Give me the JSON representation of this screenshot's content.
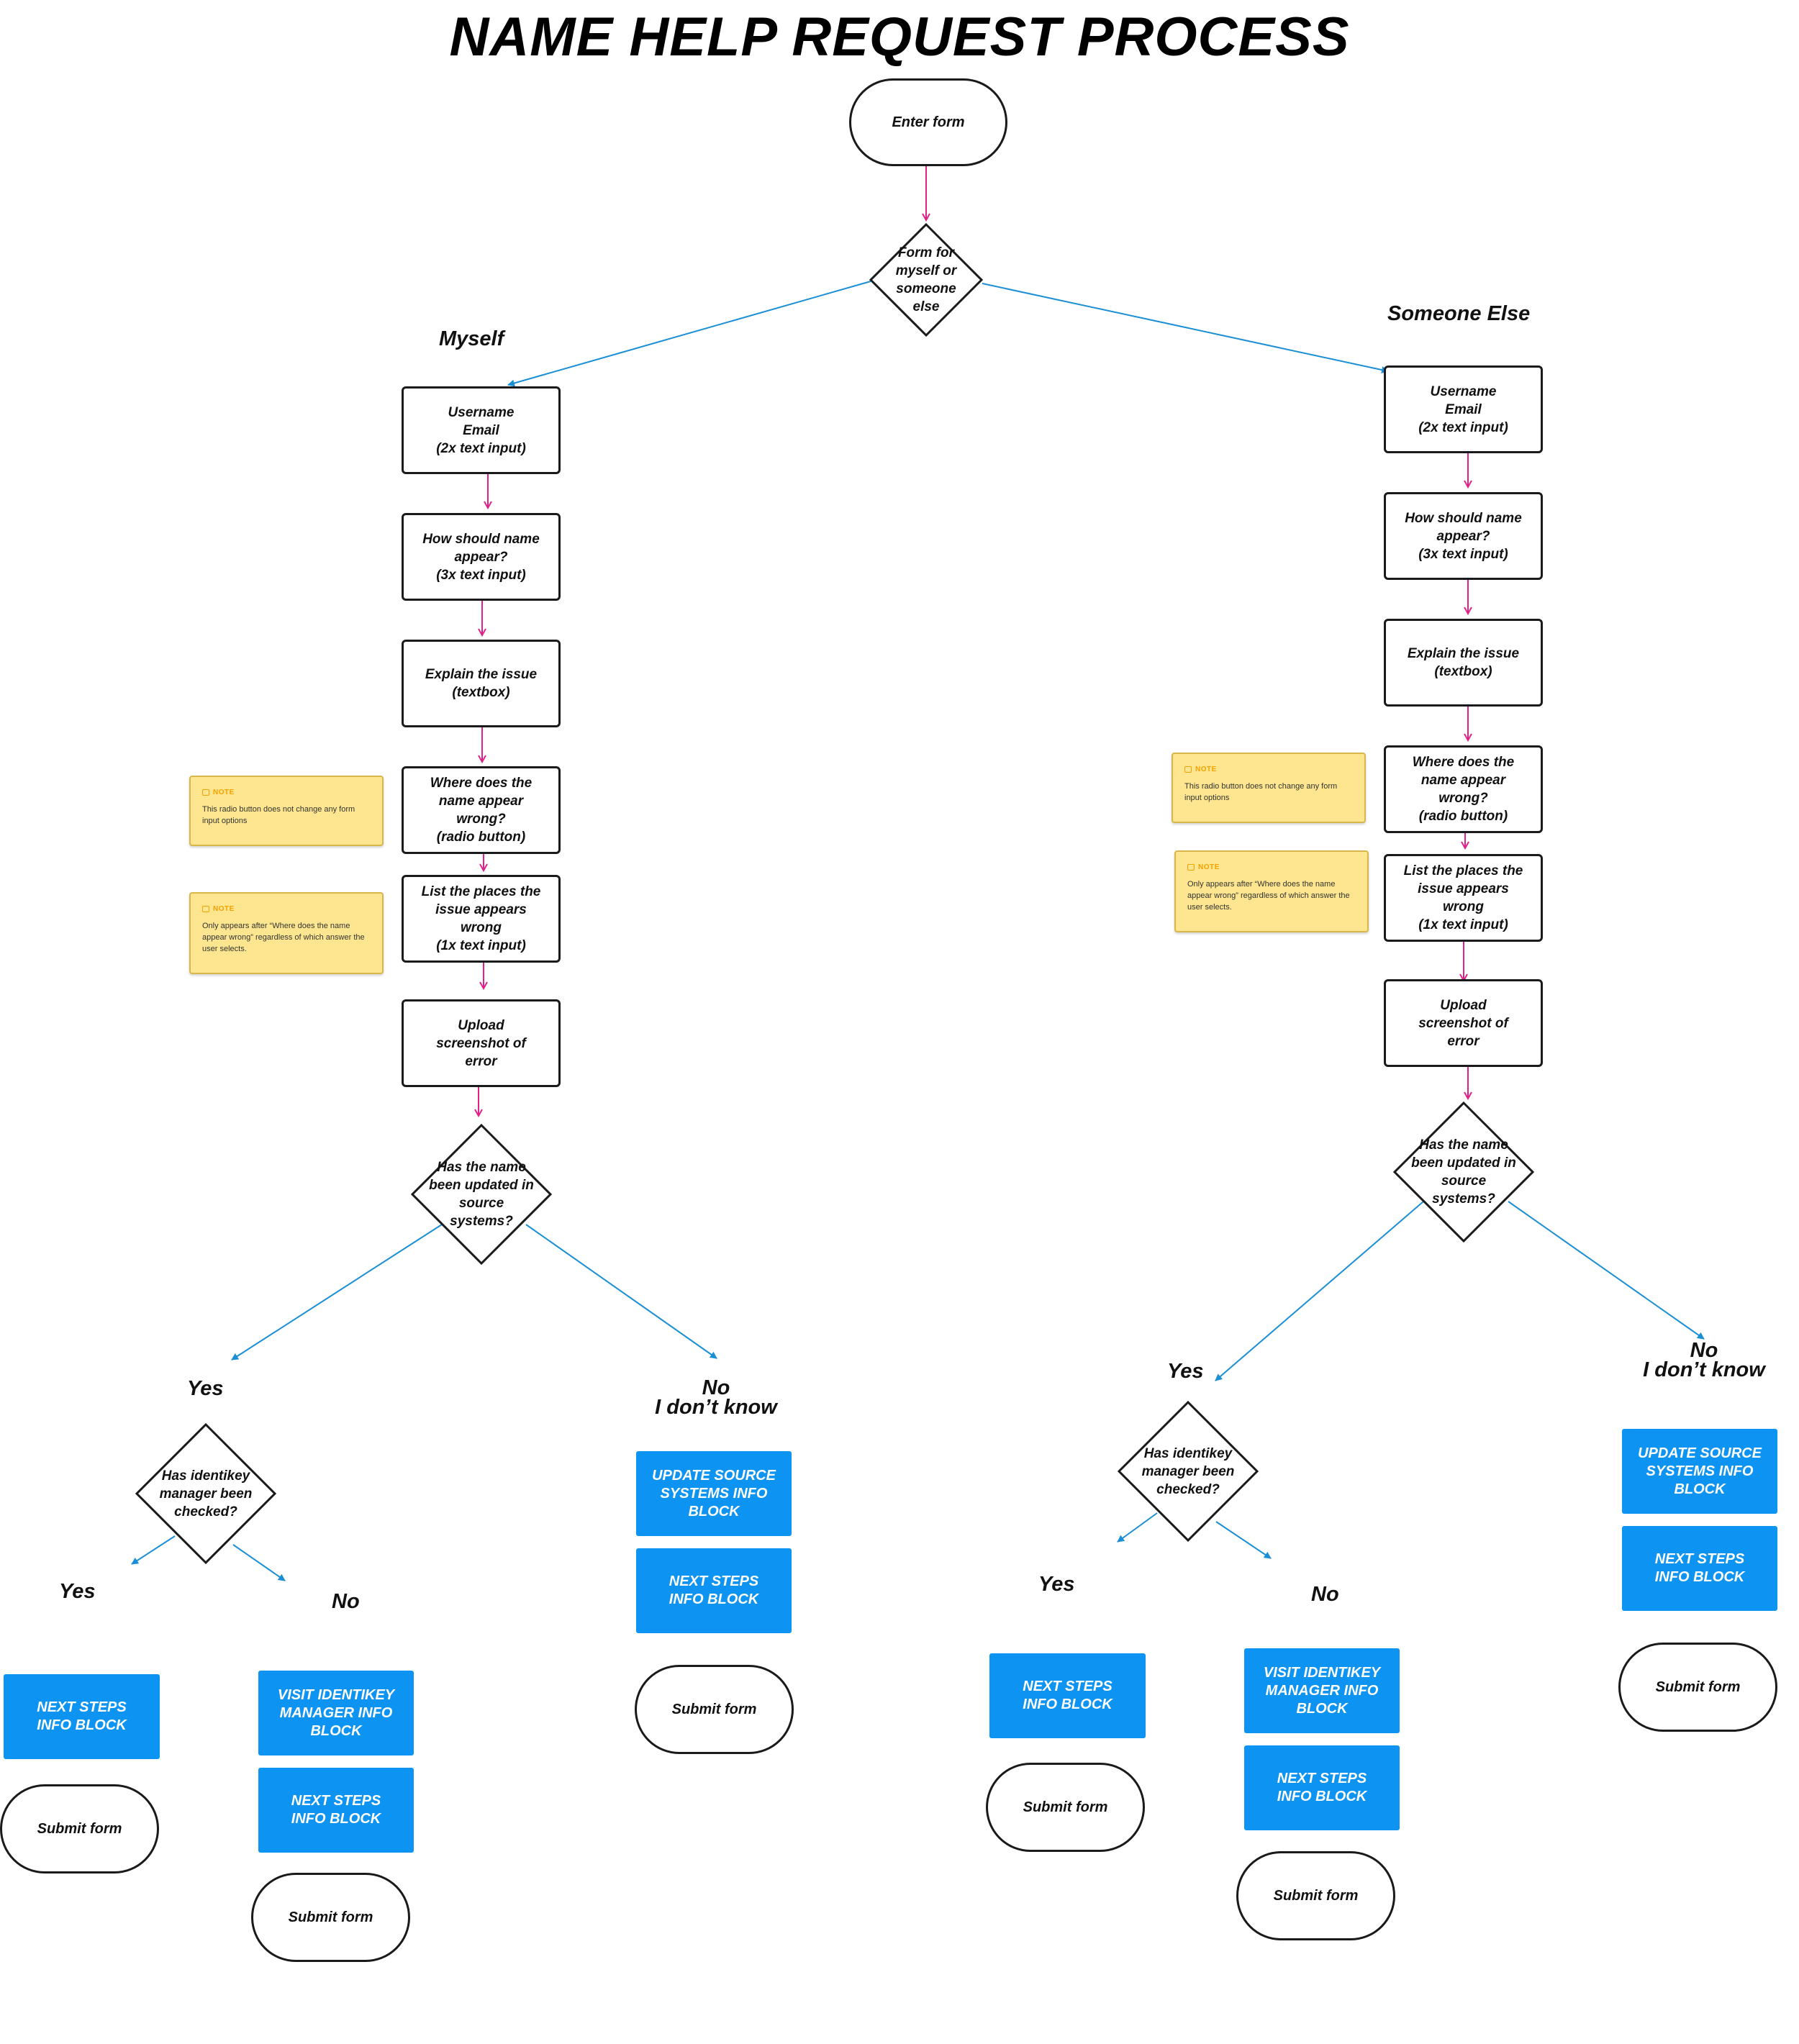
{
  "diagram": {
    "title": "NAME HELP REQUEST PROCESS",
    "start": "Enter form",
    "first_decision": "Form for\nmyself or\nsomeone\nelse",
    "branch_myself": "Myself",
    "branch_someone_else": "Someone Else",
    "myself": {
      "step1": "Username\nEmail\n(2x text input)",
      "step2": "How should name\nappear?\n(3x text input)",
      "step3": "Explain the issue\n(textbox)",
      "step4": "Where does the\nname appear\nwrong?\n(radio button)",
      "step5": "List the places the\nissue appears\nwrong\n(1x text input)",
      "step6": "Upload\nscreenshot of\nerror",
      "decision": "Has the name\nbeen updated in\nsource\nsystems?",
      "yes_label": "Yes",
      "no_label": "No\nI don’t know",
      "sub_decision": "Has identikey\nmanager been\nchecked?",
      "sub_yes_label": "Yes",
      "sub_no_label": "No",
      "sub_yes_block": "NEXT STEPS\nINFO BLOCK",
      "sub_yes_submit": "Submit form",
      "sub_no_block1": "VISIT IDENTIKEY\nMANAGER INFO\nBLOCK",
      "sub_no_block2": "NEXT STEPS\nINFO BLOCK",
      "sub_no_submit": "Submit form",
      "no_block1": "UPDATE SOURCE\nSYSTEMS INFO\nBLOCK",
      "no_block2": "NEXT STEPS\nINFO BLOCK",
      "no_submit": "Submit form",
      "note1_tag": "NOTE",
      "note1_text": "This radio button does not change any form input options",
      "note2_tag": "NOTE",
      "note2_text": "Only appears after “Where does the name appear wrong” regardless of which answer the user selects."
    },
    "someone_else": {
      "step1": "Username\nEmail\n(2x text input)",
      "step2": "How should name\nappear?\n(3x text input)",
      "step3": "Explain the issue\n(textbox)",
      "step4": "Where does the\nname appear\nwrong?\n(radio button)",
      "step5": "List the places the\nissue appears\nwrong\n(1x text input)",
      "step6": "Upload\nscreenshot of\nerror",
      "decision": "Has the name\nbeen updated in\nsource\nsystems?",
      "yes_label": "Yes",
      "no_label": "No\nI don’t know",
      "sub_decision": "Has identikey\nmanager been\nchecked?",
      "sub_yes_label": "Yes",
      "sub_no_label": "No",
      "sub_yes_block": "NEXT STEPS\nINFO BLOCK",
      "sub_yes_submit": "Submit form",
      "sub_no_block1": "VISIT IDENTIKEY\nMANAGER INFO\nBLOCK",
      "sub_no_block2": "NEXT STEPS\nINFO BLOCK",
      "sub_no_submit": "Submit form",
      "no_block1": "UPDATE SOURCE\nSYSTEMS INFO\nBLOCK",
      "no_block2": "NEXT STEPS\nINFO BLOCK",
      "no_submit": "Submit form",
      "note1_tag": "NOTE",
      "note1_text": "This radio button does not change any form input options",
      "note2_tag": "NOTE",
      "note2_text": "Only appears after “Where does the name appear wrong” regardless of which answer the user selects."
    }
  },
  "colors": {
    "step_arrow": "#e0218a",
    "branch_arrow": "#1a8fd6",
    "info_block": "#0d93f2",
    "note_fill": "#fde68f",
    "note_tag": "#f5a100"
  }
}
